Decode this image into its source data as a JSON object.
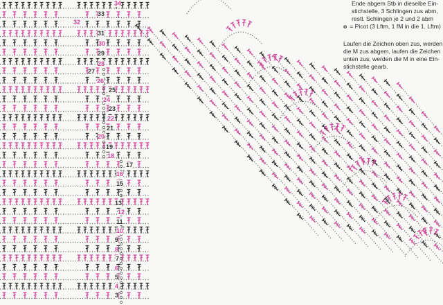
{
  "legend": {
    "lines": [
      "Ende abgem Stb in dieselbe Ein-",
      "stichstelle, 3 Schlingen zus abm,",
      "restl. Schlingen je 2 und 2 abm"
    ],
    "picot_symbol": "o",
    "picot": "= Picot (3 Lftm, 1 fM in die 1. Lftm)",
    "note": [
      "Laufen die Zeichen oben zus, werden",
      "die M zus abgem, laufen die Zeichen",
      "unten zus, werden die M in eine Ein-",
      "stichstelle gearb."
    ]
  },
  "row_numbers": [
    "34",
    "33",
    "32",
    "31",
    "30",
    "29",
    "28",
    "27",
    "26",
    "25",
    "24",
    "23",
    "22",
    "21",
    "20",
    "19",
    "18",
    "17",
    "16",
    "15",
    "13",
    "12",
    "11",
    "10",
    "9",
    "8",
    "7",
    "6",
    "5",
    "4",
    "3"
  ],
  "colors": {
    "dark": "#2b2b2b",
    "pink": "#d0449a",
    "dots": "#555555"
  }
}
